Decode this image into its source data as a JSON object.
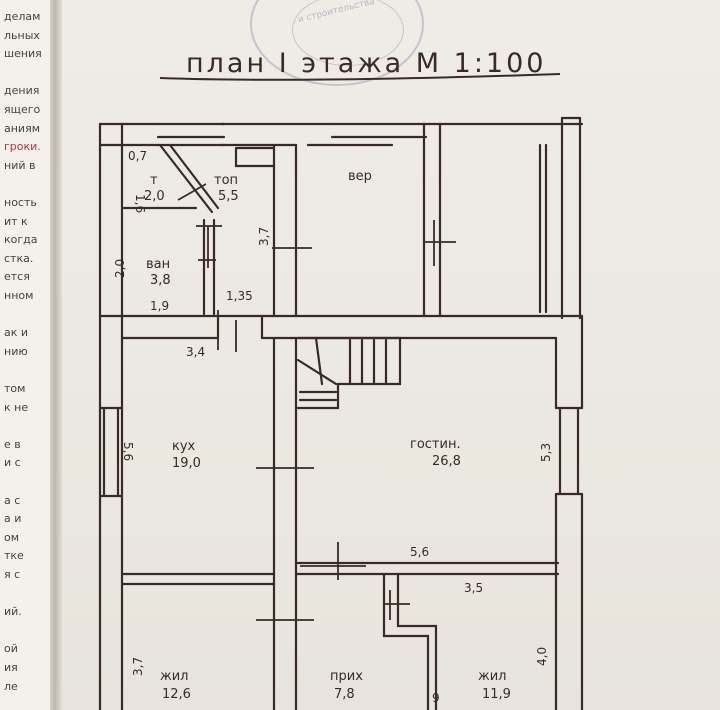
{
  "left_page_lines": [
    {
      "text": "делам",
      "color": "#4a3f3a"
    },
    {
      "text": "льных",
      "color": "#4a3f3a"
    },
    {
      "text": "шения",
      "color": "#4a3f3a"
    },
    {
      "text": "",
      "color": "#4a3f3a"
    },
    {
      "text": "дения",
      "color": "#4a3f3a"
    },
    {
      "text": "ящего",
      "color": "#4a3f3a"
    },
    {
      "text": "аниям",
      "color": "#4a3f3a"
    },
    {
      "text": "гроки.",
      "color": "#b5333a"
    },
    {
      "text": "ний в",
      "color": "#4a3f3a"
    },
    {
      "text": "",
      "color": "#4a3f3a"
    },
    {
      "text": "ность",
      "color": "#4a3f3a"
    },
    {
      "text": "ит к",
      "color": "#4a3f3a"
    },
    {
      "text": "когда",
      "color": "#4a3f3a"
    },
    {
      "text": "стка.",
      "color": "#4a3f3a"
    },
    {
      "text": "ется",
      "color": "#4a3f3a"
    },
    {
      "text": "нном",
      "color": "#4a3f3a"
    },
    {
      "text": "",
      "color": "#4a3f3a"
    },
    {
      "text": "ак и",
      "color": "#4a3f3a"
    },
    {
      "text": "нию",
      "color": "#4a3f3a"
    },
    {
      "text": "",
      "color": "#4a3f3a"
    },
    {
      "text": "том",
      "color": "#4a3f3a"
    },
    {
      "text": "к не",
      "color": "#4a3f3a"
    },
    {
      "text": "",
      "color": "#4a3f3a"
    },
    {
      "text": "е в",
      "color": "#4a3f3a"
    },
    {
      "text": "и с",
      "color": "#4a3f3a"
    },
    {
      "text": "",
      "color": "#4a3f3a"
    },
    {
      "text": "а с",
      "color": "#4a3f3a"
    },
    {
      "text": "а и",
      "color": "#4a3f3a"
    },
    {
      "text": "ом",
      "color": "#4a3f3a"
    },
    {
      "text": "тке",
      "color": "#4a3f3a"
    },
    {
      "text": "я с",
      "color": "#4a3f3a"
    },
    {
      "text": "",
      "color": "#4a3f3a"
    },
    {
      "text": "ий.",
      "color": "#4a3f3a"
    },
    {
      "text": "",
      "color": "#4a3f3a"
    },
    {
      "text": "ой",
      "color": "#4a3f3a"
    },
    {
      "text": "ия",
      "color": "#4a3f3a"
    },
    {
      "text": "ле",
      "color": "#4a3f3a"
    }
  ],
  "stamp": {
    "text": "и строительства"
  },
  "plan": {
    "title": "план I этажа  М 1:100",
    "ink_color": "#3a2a27",
    "rooms": [
      {
        "name": "т",
        "area": "2,0"
      },
      {
        "name": "топ",
        "area": "5,5"
      },
      {
        "name": "ван",
        "area": "3,8"
      },
      {
        "name": "вер",
        "area": ""
      },
      {
        "name": "кух",
        "area": "19,0"
      },
      {
        "name": "гостин.",
        "area": "26,8"
      },
      {
        "name": "жил",
        "area": "12,6"
      },
      {
        "name": "прих",
        "area": "7,8"
      },
      {
        "name": "жил",
        "area": "11,9"
      }
    ],
    "dimensions": [
      "0,7",
      "1,6",
      "2,0",
      "1,9",
      "1,35",
      "3,7",
      "3,4",
      "5,6",
      "5,3",
      "5,6",
      "3,5",
      "3,7",
      "4,0",
      "9"
    ]
  }
}
